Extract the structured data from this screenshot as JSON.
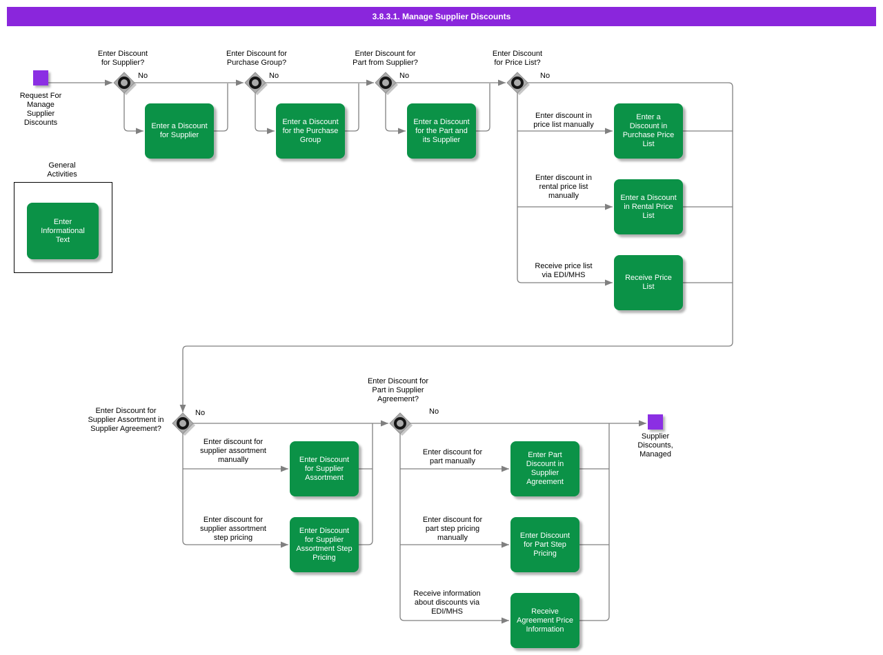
{
  "title": "3.8.3.1. Manage Supplier Discounts",
  "start": {
    "label": "Request For\nManage\nSupplier\nDiscounts"
  },
  "end": {
    "label": "Supplier\nDiscounts,\nManaged"
  },
  "general": {
    "heading": "General\nActivities",
    "activity": "Enter\nInformational\nText"
  },
  "decisions": [
    {
      "question": "Enter Discount\nfor Supplier?",
      "no": "No"
    },
    {
      "question": "Enter Discount for\nPurchase Group?",
      "no": "No"
    },
    {
      "question": "Enter Discount for\nPart from Supplier?",
      "no": "No"
    },
    {
      "question": "Enter Discount\nfor Price List?",
      "no": "No"
    },
    {
      "question": "Enter Discount for\nSupplier Assortment in\nSupplier Agreement?",
      "no": "No"
    },
    {
      "question": "Enter Discount for\nPart in Supplier\nAgreement?",
      "no": "No"
    }
  ],
  "activities": [
    {
      "label": "Enter a Discount\nfor Supplier"
    },
    {
      "label": "Enter a Discount\nfor the Purchase\nGroup"
    },
    {
      "label": "Enter a Discount\nfor the Part and\nits Supplier"
    },
    {
      "label": "Enter a\nDiscount in\nPurchase Price\nList"
    },
    {
      "label": "Enter a Discount\nin Rental Price\nList"
    },
    {
      "label": "Receive Price\nList"
    },
    {
      "label": "Enter Discount\nfor Supplier\nAssortment"
    },
    {
      "label": "Enter Discount\nfor Supplier\nAssortment Step\nPricing"
    },
    {
      "label": "Enter Part\nDiscount in\nSupplier\nAgreement"
    },
    {
      "label": "Enter Discount\nfor Part Step\nPricing"
    },
    {
      "label": "Receive\nAgreement Price\nInformation"
    }
  ],
  "branches": [
    "Enter discount in\nprice list manually",
    "Enter discount in\nrental price list\nmanually",
    "Receive price list\nvia EDI/MHS",
    "Enter discount for\nsupplier assortment\nmanually",
    "Enter discount for\nsupplier assortment\nstep pricing",
    "Enter discount for\npart manually",
    "Enter discount for\npart step pricing\nmanually",
    "Receive information\nabout discounts via\nEDI/MHS"
  ],
  "colors": {
    "title_bar": "#8A26DC",
    "terminal_node": "#8B2FE3",
    "activity_green": "#0B9247",
    "connector_gray": "#808080",
    "decision_gray": "#ABABAB"
  }
}
